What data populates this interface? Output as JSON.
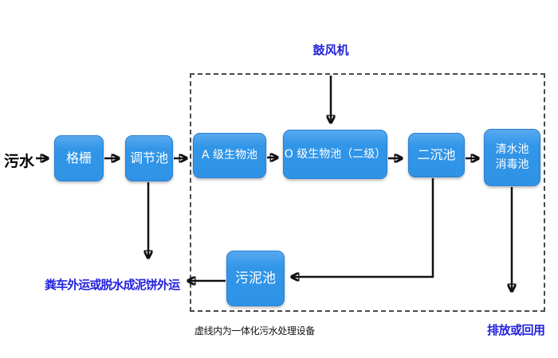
{
  "diagram": {
    "labels": {
      "source": "污水",
      "blower": "鼓风机",
      "sludge_disposal": "粪车外运或脱水成泥饼外运",
      "enclosure_caption": "虚线内为一体化污水处理设备",
      "discharge": "排放或回用"
    },
    "nodes": {
      "grid": "格栅",
      "regulating": "调节池",
      "a_bio": "A 级生物池",
      "o_bio": "O 级生物池（二级）",
      "secondary_sed": "二沉池",
      "clear_water_line1": "清水池",
      "clear_water_line2": "消毒池",
      "sludge": "污泥池"
    },
    "colors": {
      "node_fill": "#3195e8",
      "node_fill_top": "#58aaef",
      "node_border": "#2a7fd2",
      "node_text": "#ffffff",
      "annotation_blue": "#2222dd",
      "text_black": "#000000",
      "arrow": "#111111",
      "dashed_border": "#4a4a4a",
      "background": "#ffffff"
    }
  }
}
